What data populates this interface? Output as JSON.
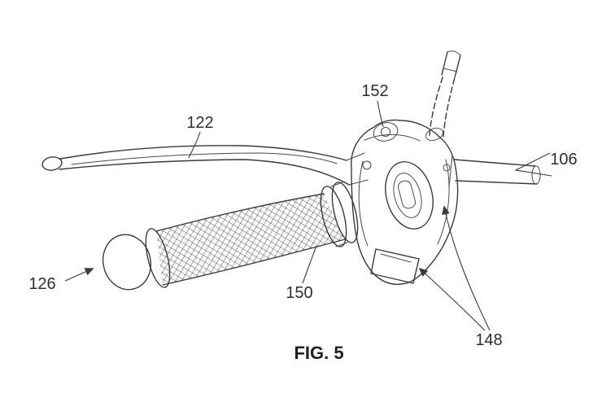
{
  "figure": {
    "caption": "FIG. 5",
    "ink_color": "#3a3a3a",
    "background_color": "#ffffff",
    "labels": {
      "lever": "122",
      "top_fastener": "152",
      "handlebar": "106",
      "grip_end": "126",
      "grip": "150",
      "housing": "148"
    }
  }
}
